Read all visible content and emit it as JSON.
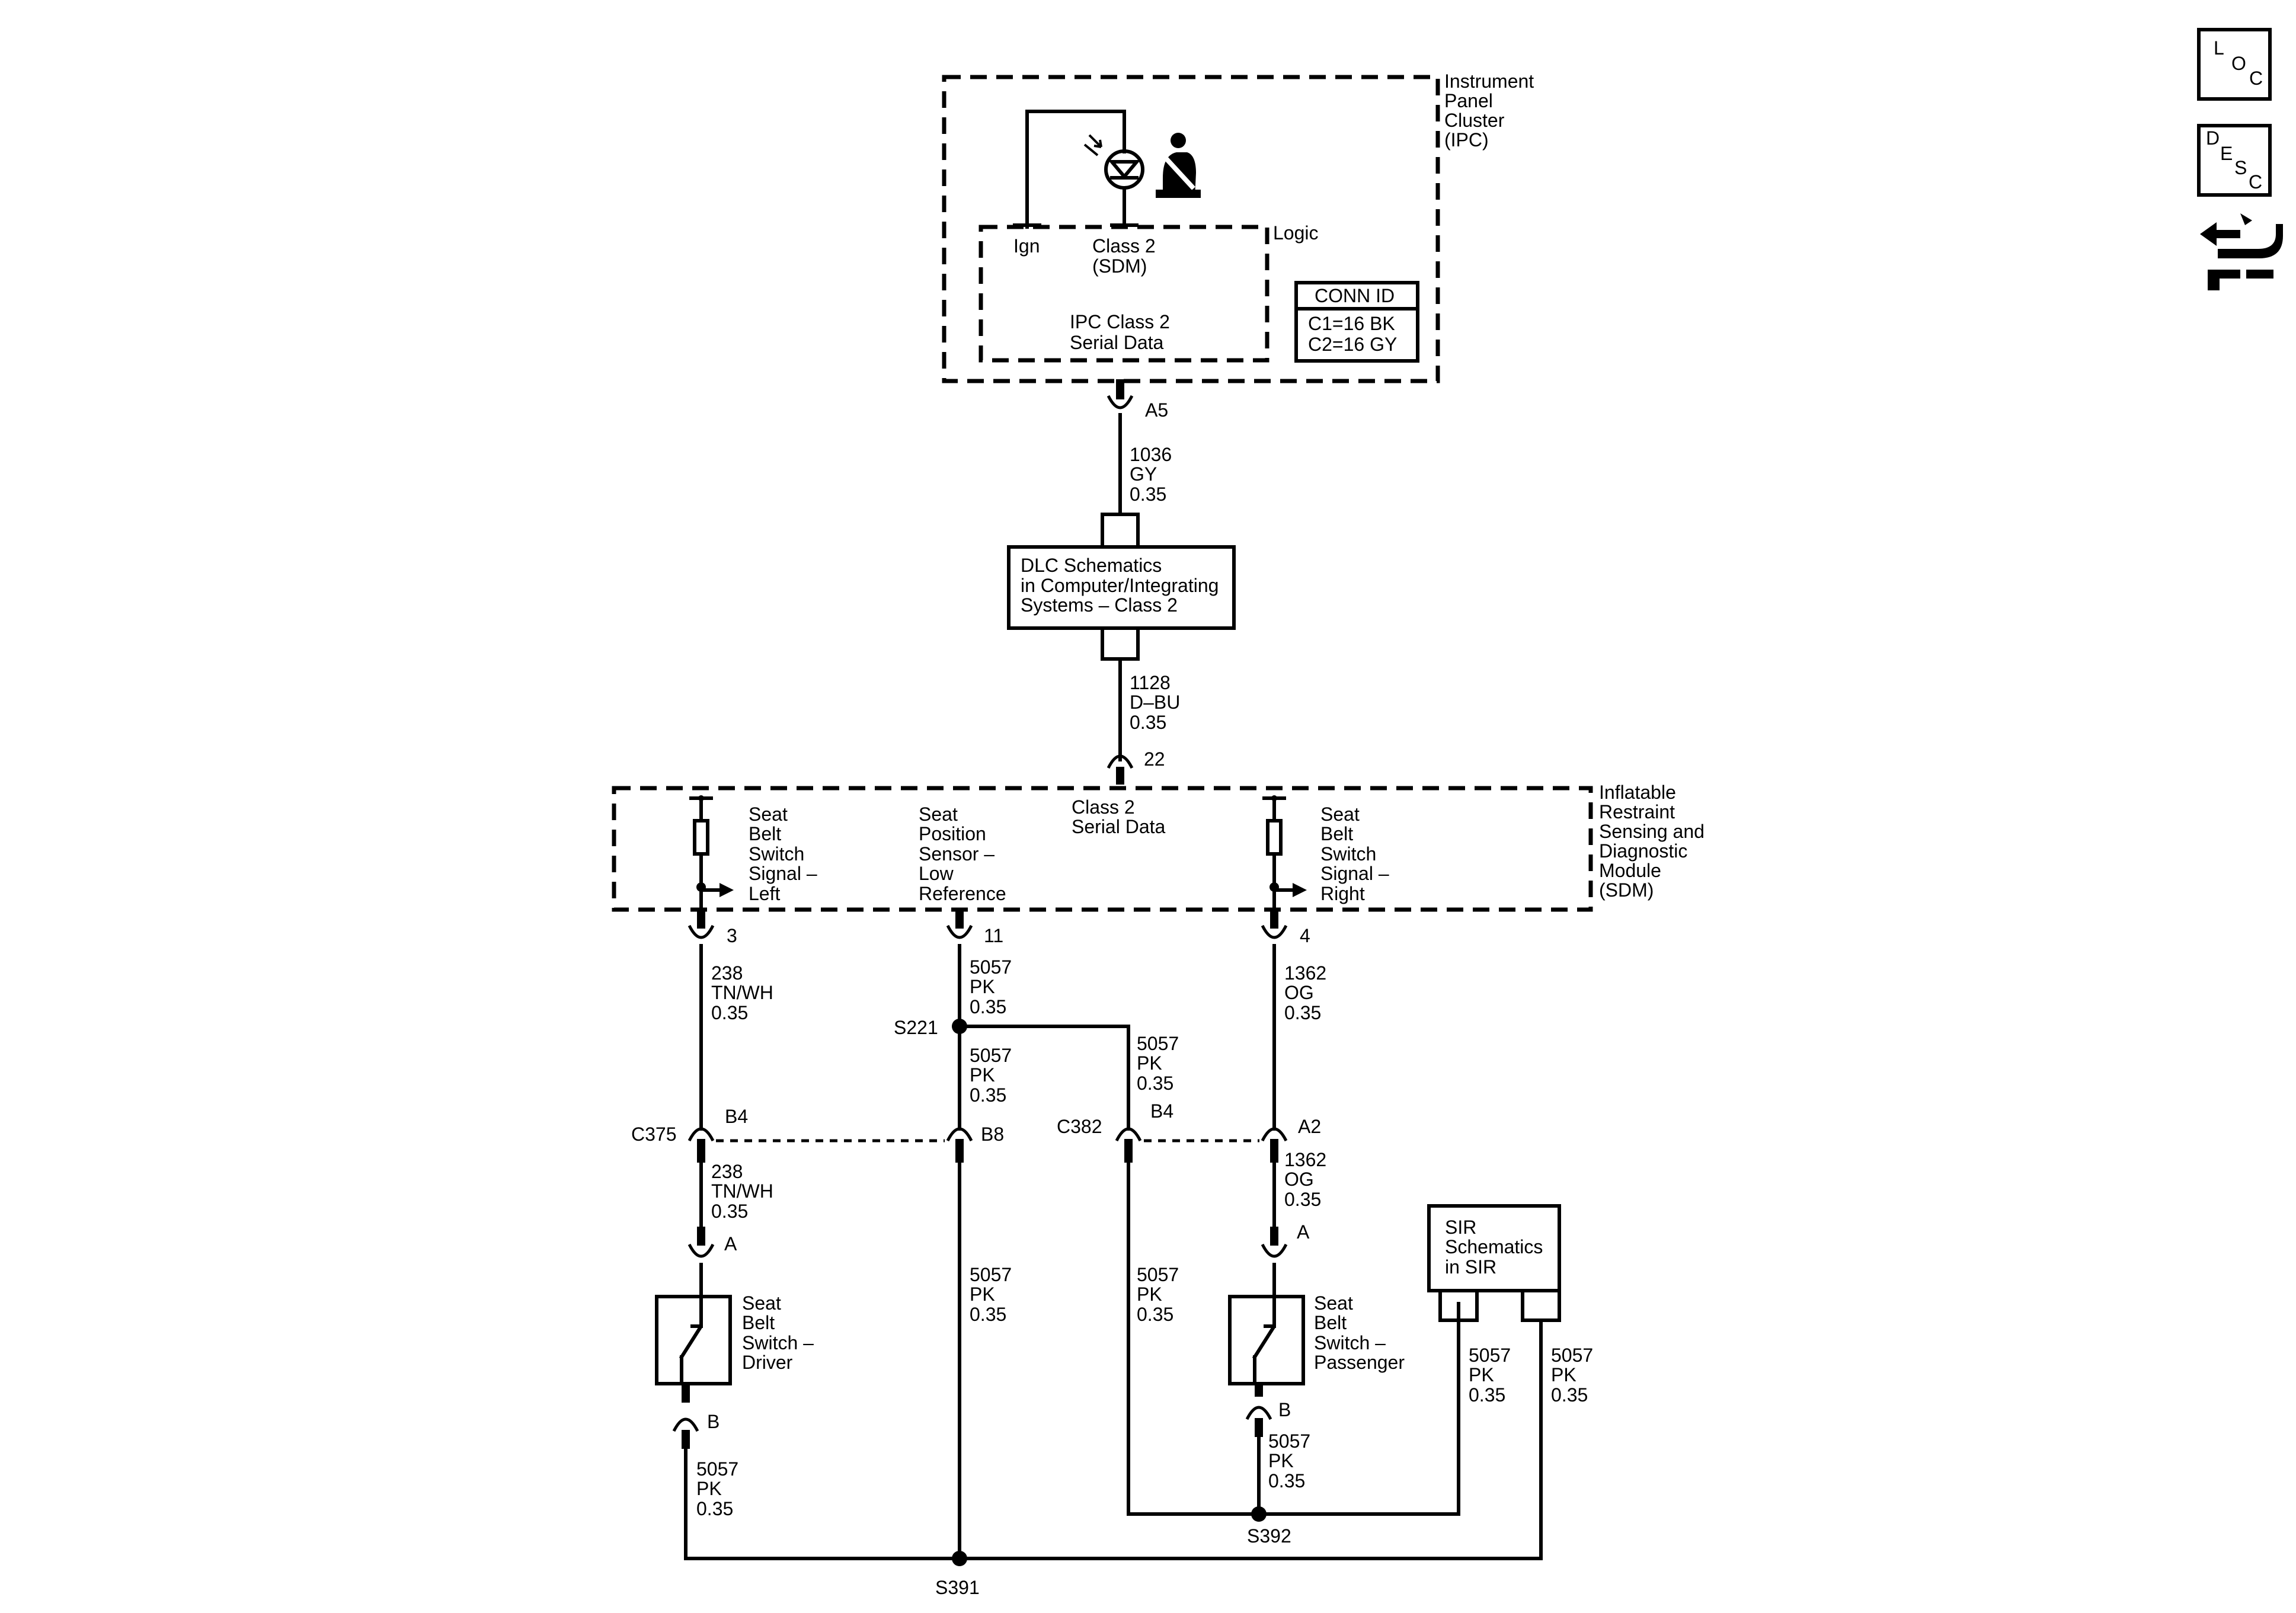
{
  "ipc": {
    "name": [
      "Instrument",
      "Panel",
      "Cluster",
      "(IPC)"
    ],
    "ign": "Ign",
    "class2": [
      "Class 2",
      "(SDM)"
    ],
    "logic": "Logic",
    "serial": [
      "IPC Class 2",
      "Serial Data"
    ],
    "conn_id_title": "CONN ID",
    "conn_ids": [
      "C1=16 BK",
      "C2=16 GY"
    ],
    "pin": "A5"
  },
  "wire_1036": [
    "1036",
    "GY",
    "0.35"
  ],
  "dlc": [
    "DLC Schematics",
    "in Computer/Integrating",
    "Systems – Class 2"
  ],
  "wire_1128": [
    "1128",
    "D–BU",
    "0.35"
  ],
  "sdm": {
    "pin_top": "22",
    "name": [
      "Inflatable",
      "Restraint",
      "Sensing and",
      "Diagnostic",
      "Module",
      "(SDM)"
    ],
    "class2": [
      "Class 2",
      "Serial Data"
    ],
    "left_signal": [
      "Seat",
      "Belt",
      "Switch",
      "Signal –",
      "Left"
    ],
    "position_sensor": [
      "Seat",
      "Position",
      "Sensor –",
      "Low",
      "Reference"
    ],
    "right_signal": [
      "Seat",
      "Belt",
      "Switch",
      "Signal –",
      "Right"
    ],
    "pin_left": "3",
    "pin_mid": "11",
    "pin_right": "4"
  },
  "wires": {
    "w238": [
      "238",
      "TN/WH",
      "0.35"
    ],
    "w5057": [
      "5057",
      "PK",
      "0.35"
    ],
    "w1362": [
      "1362",
      "OG",
      "0.35"
    ]
  },
  "splices": {
    "s221": "S221",
    "s391": "S391",
    "s392": "S392"
  },
  "connectors": {
    "c375": "C375",
    "c382": "C382",
    "b4": "B4",
    "b8": "B8",
    "a2": "A2",
    "a": "A",
    "b": "B"
  },
  "sir": [
    "SIR",
    "Schematics",
    "in SIR"
  ],
  "switch_driver": [
    "Seat",
    "Belt",
    "Switch –",
    "Driver"
  ],
  "switch_passenger": [
    "Seat",
    "Belt",
    "Switch –",
    "Passenger"
  ],
  "nav_icons": {
    "loc": [
      "L",
      "O",
      "C"
    ],
    "desc": [
      "D",
      "E",
      "S",
      "C"
    ],
    "icon3": "connector-end-view-icon"
  }
}
